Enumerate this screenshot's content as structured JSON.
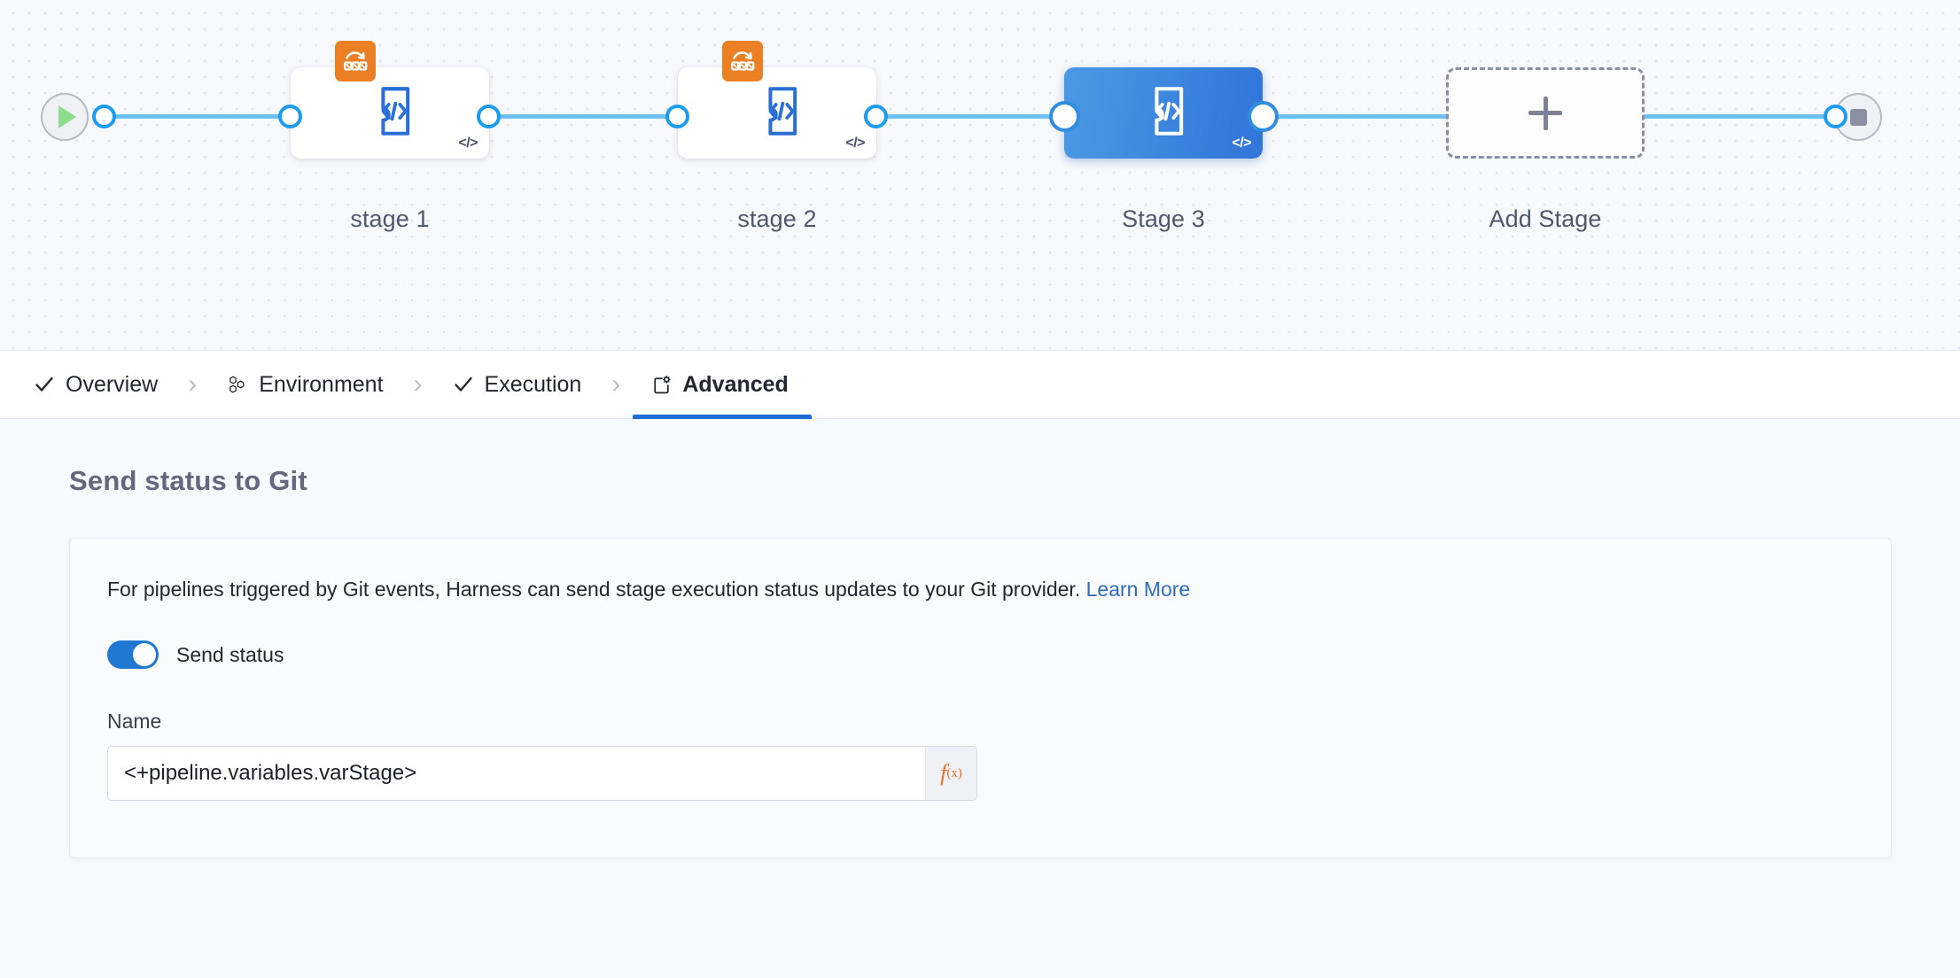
{
  "canvas": {
    "start_node": {
      "name": "start-node",
      "icon": "play-icon"
    },
    "end_node": {
      "name": "end-node",
      "icon": "stop-icon"
    },
    "stages": [
      {
        "label": "stage 1",
        "selected": false,
        "has_loop_badge": true,
        "badge_icon": "matrix-looping-strategy-icon",
        "type_icon": "custom-stage-icon",
        "corner_glyph": "</>"
      },
      {
        "label": "stage 2",
        "selected": false,
        "has_loop_badge": true,
        "badge_icon": "matrix-looping-strategy-icon",
        "type_icon": "custom-stage-icon",
        "corner_glyph": "</>"
      },
      {
        "label": "Stage 3",
        "selected": true,
        "has_loop_badge": false,
        "badge_icon": "",
        "type_icon": "custom-stage-icon",
        "corner_glyph": "</>"
      }
    ],
    "add_stage": {
      "label": "Add Stage",
      "icon": "plus-icon"
    }
  },
  "tabs": [
    {
      "label": "Overview",
      "icon": "check-icon",
      "active": false,
      "complete": true
    },
    {
      "label": "Environment",
      "icon": "hexagons-icon",
      "active": false,
      "complete": false
    },
    {
      "label": "Execution",
      "icon": "check-icon",
      "active": false,
      "complete": true
    },
    {
      "label": "Advanced",
      "icon": "document-gear-icon",
      "active": true,
      "complete": false
    }
  ],
  "tab_separator": "›",
  "main": {
    "section_title": "Send status to Git",
    "description_text": "For pipelines triggered by Git events, Harness can send stage execution status updates to your Git provider.",
    "learn_more_label": "Learn More",
    "send_status_toggle": {
      "label": "Send status",
      "on": true
    },
    "name_field": {
      "label": "Name",
      "value": "<+pipeline.variables.varStage>",
      "placeholder": "",
      "expression_button": "f(x)"
    }
  },
  "colors": {
    "accent_blue": "#1d6dd4",
    "selected_stage_blue": "#3074d9",
    "connector_blue": "#6bc0f5",
    "loop_badge_orange": "#ea8023",
    "fx_orange": "#e8712a",
    "link_blue": "#2e6bb8",
    "start_play_green": "#8fdc8f",
    "canvas_bg": "#f7f9fc",
    "panel_bg": "#f7fafd"
  }
}
